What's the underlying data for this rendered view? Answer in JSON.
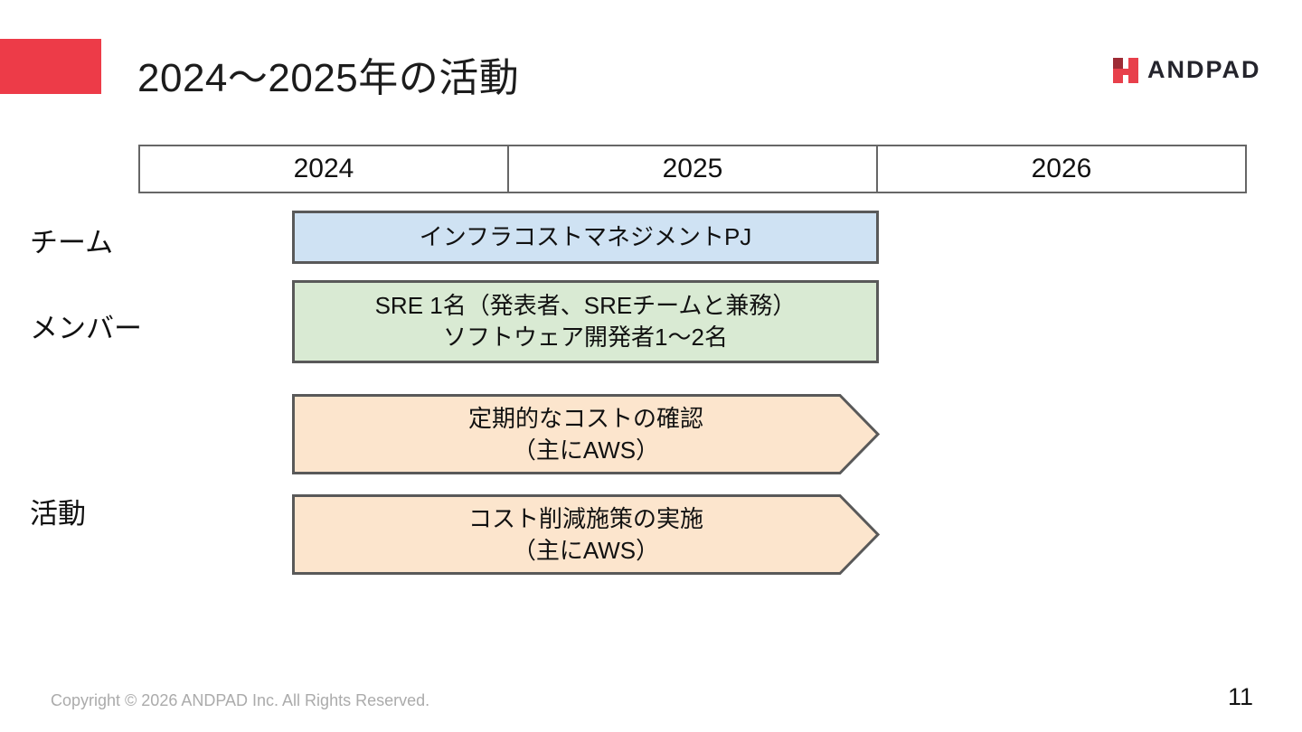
{
  "page": {
    "title": "2024〜2025年の活動",
    "page_number": "11",
    "copyright": "Copyright © 2026 ANDPAD Inc. All Rights Reserved.",
    "logo": {
      "text": "ANDPAD"
    }
  },
  "timeline": {
    "years": [
      "2024",
      "2025",
      "2026"
    ],
    "row_labels": {
      "team": "チーム",
      "members": "メンバー",
      "activities": "活動"
    },
    "team_box": {
      "text": "インフラコストマネジメントPJ"
    },
    "members_box": {
      "line1": "SRE 1名（発表者、SREチームと兼務）",
      "line2": "ソフトウェア開発者1〜2名"
    },
    "activity_arrows": [
      {
        "line1": "定期的なコストの確認",
        "line2": "（主にAWS）"
      },
      {
        "line1": "コスト削減施策の実施",
        "line2": "（主にAWS）"
      }
    ]
  },
  "colors": {
    "accent_red": "#ED3B48",
    "team_box_fill": "#cfe2f3",
    "members_box_fill": "#d9ead3",
    "arrow_fill": "#fce5cd",
    "box_border": "#595959",
    "table_border": "#666666",
    "logo_dark_red": "#9E2B35",
    "logo_bright_red": "#E8404B"
  }
}
